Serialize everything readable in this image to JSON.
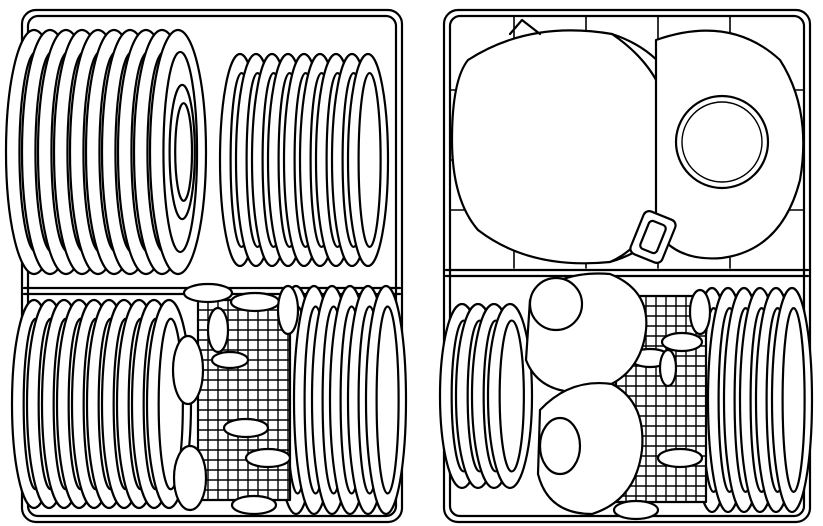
{
  "figure": {
    "panels": [
      {
        "id": "left",
        "content": "plates-and-bowls",
        "top_rack": "plates",
        "bottom_rack": "plates-bowls-cutlery"
      },
      {
        "id": "right",
        "content": "pots-pans-and-plates",
        "top_rack": "pots",
        "bottom_rack": "bowls-plates-cutlery"
      }
    ],
    "style": {
      "stroke": "#000000",
      "fill": "#ffffff"
    }
  }
}
